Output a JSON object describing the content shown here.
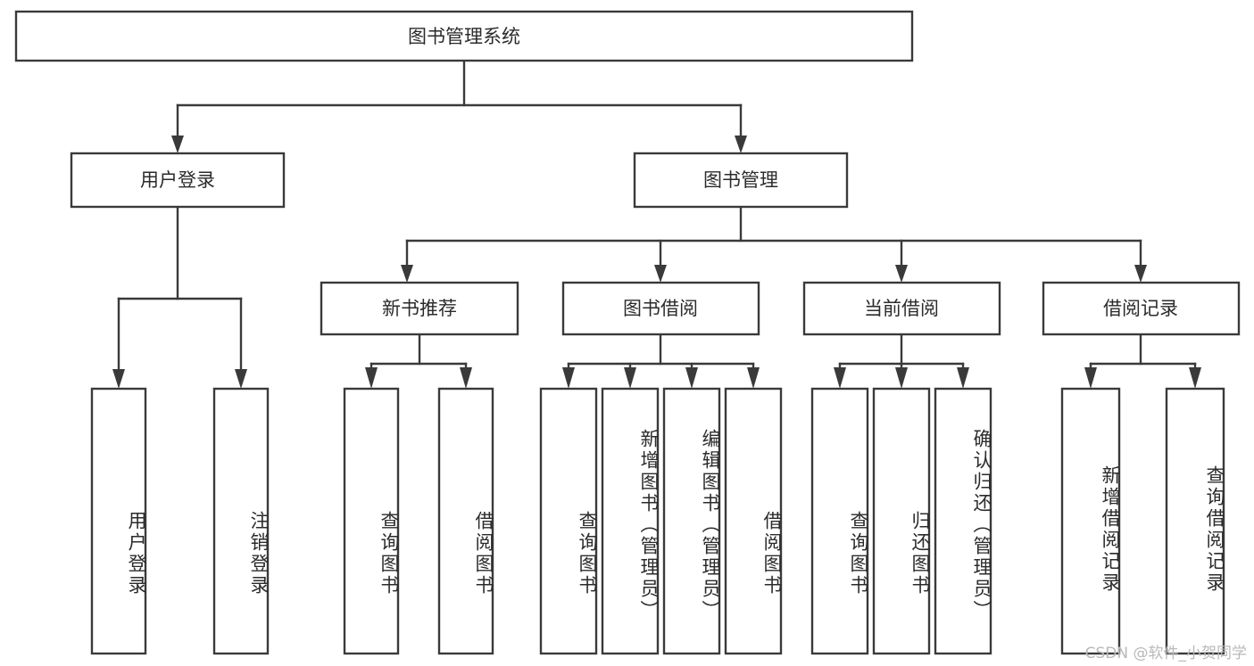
{
  "diagram": {
    "title": "图书管理系统",
    "type": "tree",
    "watermark": "CSDN @软件_小贺同学",
    "colors": {
      "box_fill": "#ffffff",
      "box_stroke": "#3a3a3a",
      "text": "#2b2b2b",
      "background": "#ffffff",
      "watermark": "#b9b9b9"
    },
    "root": {
      "label": "图书管理系统"
    },
    "level2": [
      {
        "label": "用户登录"
      },
      {
        "label": "图书管理"
      }
    ],
    "level3": [
      {
        "label": "新书推荐"
      },
      {
        "label": "图书借阅"
      },
      {
        "label": "当前借阅"
      },
      {
        "label": "借阅记录"
      }
    ],
    "leaves": {
      "user_login": [
        {
          "label": "用户登录"
        },
        {
          "label": "注销登录"
        }
      ],
      "new_book": [
        {
          "label": "查询图书"
        },
        {
          "label": "借阅图书"
        }
      ],
      "book_borrow": [
        {
          "label": "查询图书"
        },
        {
          "label": "新增图书（管理员）"
        },
        {
          "label": "编辑图书（管理员）"
        },
        {
          "label": "借阅图书"
        }
      ],
      "current_borrow": [
        {
          "label": "查询图书"
        },
        {
          "label": "归还图书"
        },
        {
          "label": "确认归还（管理员）"
        }
      ],
      "borrow_record": [
        {
          "label": "新增借阅记录"
        },
        {
          "label": "查询借阅记录"
        }
      ]
    }
  }
}
